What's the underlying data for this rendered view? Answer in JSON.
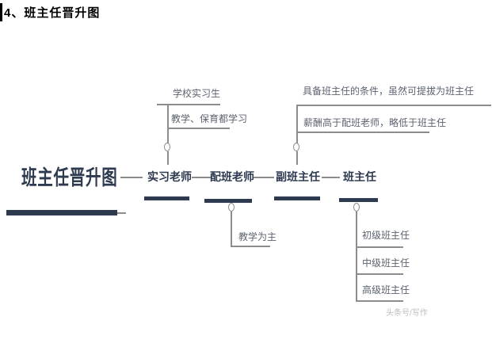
{
  "document": {
    "title": "4、班主任晋升图"
  },
  "diagram": {
    "root_label": "班主任晋升图",
    "stages": [
      {
        "label": "实习老师"
      },
      {
        "label": "配班老师"
      },
      {
        "label": "副班主任"
      },
      {
        "label": "班主任"
      }
    ],
    "notes": {
      "intern": [
        "学校实习生",
        "教学、保育都学习"
      ],
      "co_teacher": [
        "教学为主"
      ],
      "deputy": [
        "具备班主任的条件，虽然可提拔为班主任",
        "薪酬高于配班老师，略低于班主任"
      ],
      "head_teacher_levels": [
        "初级班主任",
        "中级班主任",
        "高级班主任"
      ]
    },
    "watermark": "头条号/写作"
  },
  "colors": {
    "node_dark": "#2e3a50",
    "connector_gray": "#8c8c8c",
    "note_text": "#5c6370",
    "watermark_gray": "#bdbdbd",
    "title_black": "#000000"
  }
}
